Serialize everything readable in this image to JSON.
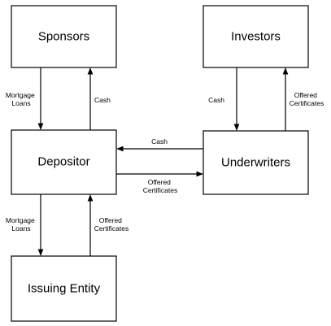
{
  "nodes": {
    "sponsors": "Sponsors",
    "investors": "Investors",
    "depositor": "Depositor",
    "underwriters": "Underwriters",
    "issuing_entity": "Issuing Entity"
  },
  "edges": {
    "sponsors_to_depositor": [
      "Mortgage",
      "Loans"
    ],
    "depositor_to_sponsors": [
      "Cash"
    ],
    "investors_to_underwriters": [
      "Cash"
    ],
    "underwriters_to_investors": [
      "Offered",
      "Certificates"
    ],
    "underwriters_to_depositor": [
      "Cash"
    ],
    "depositor_to_underwriters": [
      "Offered",
      "Certificates"
    ],
    "depositor_to_issuing_entity": [
      "Mortgage",
      "Loans"
    ],
    "issuing_entity_to_depositor": [
      "Offered",
      "Certificates"
    ]
  }
}
